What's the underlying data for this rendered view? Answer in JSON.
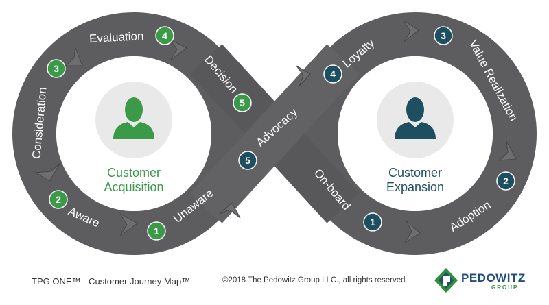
{
  "colors": {
    "band": "#5d5d60",
    "band_dark": "#3f3f42",
    "acquisition": "#3a9a48",
    "expansion": "#1d4f60",
    "person_bg": "#e9e9ea",
    "arrow": "#7a7a7d"
  },
  "acquisition": {
    "title_line1": "Customer",
    "title_line2": "Acquisition",
    "icon": "person-silhouette-icon",
    "stages": [
      {
        "label": "Unaware",
        "num": "1"
      },
      {
        "label": "Aware",
        "num": "2"
      },
      {
        "label": "Consideration",
        "num": "3"
      },
      {
        "label": "Evaluation",
        "num": "4"
      },
      {
        "label": "Decision",
        "num": "5"
      }
    ]
  },
  "expansion": {
    "title_line1": "Customer",
    "title_line2": "Expansion",
    "icon": "person-silhouette-icon",
    "stages": [
      {
        "label": "On-board",
        "num": "1"
      },
      {
        "label": "Adoption",
        "num": "2"
      },
      {
        "label": "Value Realization",
        "num": "3"
      },
      {
        "label": "Loyalty",
        "num": "4"
      },
      {
        "label": "Advocacy",
        "num": "5"
      }
    ]
  },
  "footer": {
    "title": "TPG ONE™ - Customer Journey Map™",
    "copyright": "©2018 The Pedowitz Group LLC., all rights reserved."
  },
  "logo": {
    "name": "PEDOWITZ",
    "sub": "GROUP",
    "icon": "pedowitz-logo-icon"
  }
}
